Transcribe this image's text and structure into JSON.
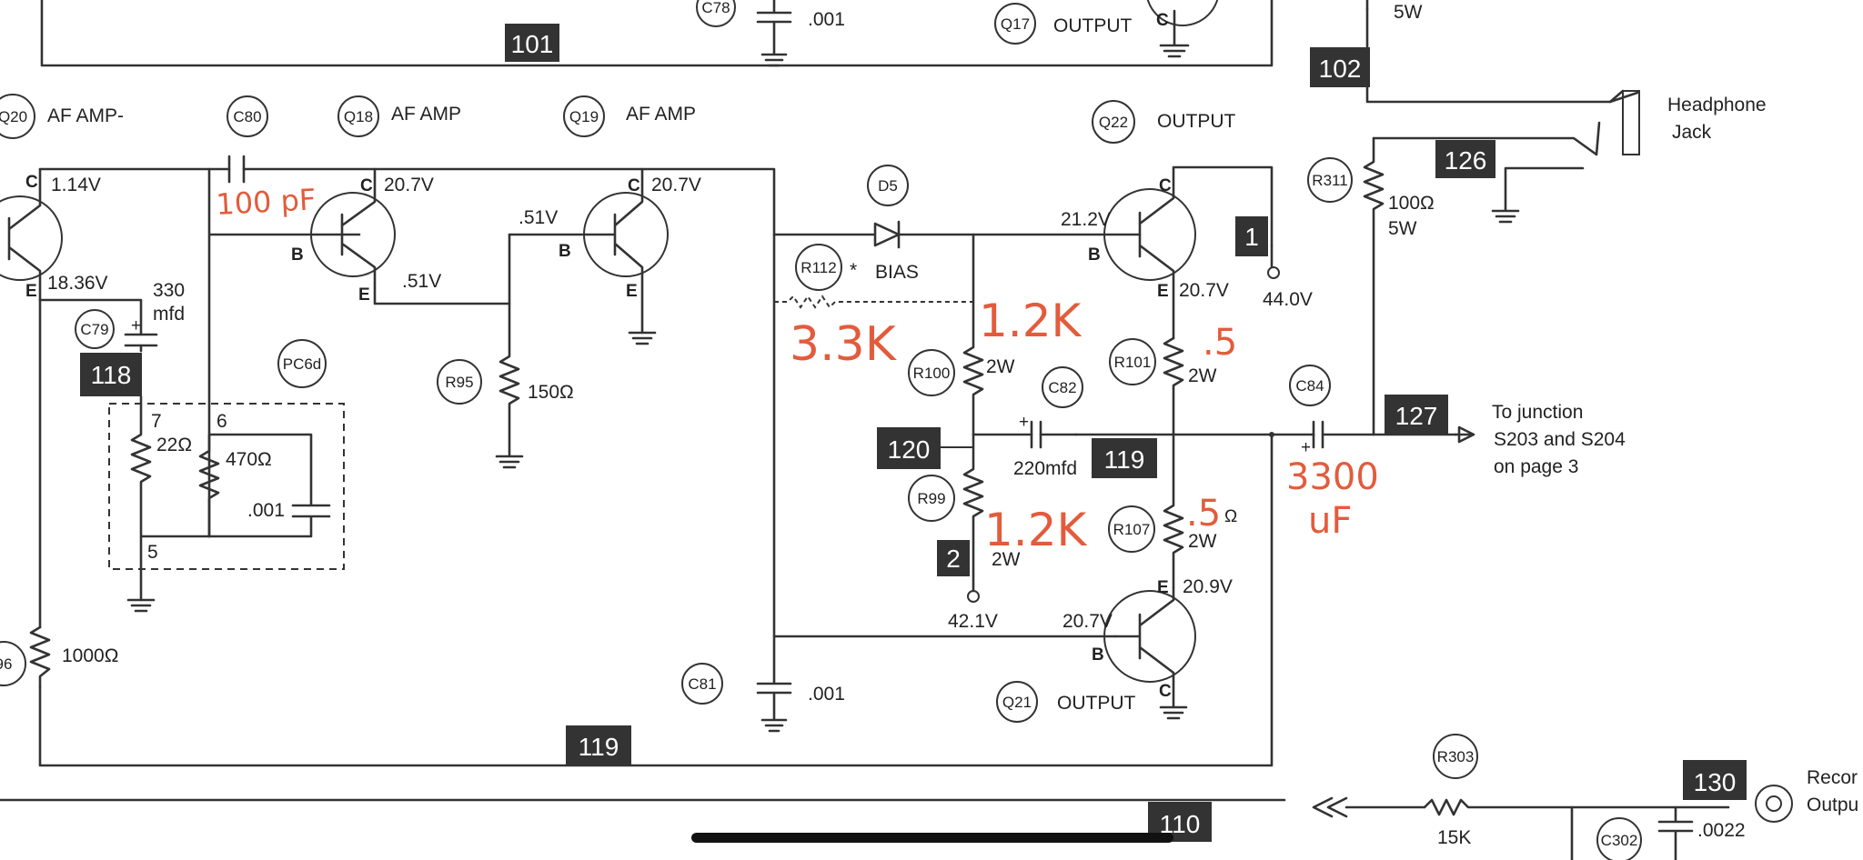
{
  "points": {
    "p101": "101",
    "p102": "102",
    "p126": "126",
    "p118": "118",
    "p120": "120",
    "p119a": "119",
    "p119b": "119",
    "p127": "127",
    "p1": "1",
    "p2": "2",
    "p130": "130",
    "p110": "110",
    "pin7": "7",
    "pin6": "6",
    "pin5": "5"
  },
  "refs": {
    "C78": "C78",
    "Q17": "Q17",
    "Q20": "Q20",
    "C80": "C80",
    "Q18": "Q18",
    "Q19": "Q19",
    "Q22": "Q22",
    "D5": "D5",
    "R112": "R112",
    "R311": "R311",
    "C79": "C79",
    "PC6d": "PC6d",
    "R95": "R95",
    "R100": "R100",
    "C82": "C82",
    "R101": "R101",
    "C84": "C84",
    "R99": "R99",
    "R107": "R107",
    "C81": "C81",
    "Q21": "Q21",
    "R96": "96",
    "R303": "R303",
    "C302": "C302"
  },
  "text": {
    "q17_func": "OUTPUT",
    "q20_func": "AF AMP-",
    "q18_func": "AF AMP",
    "q19_func": "AF AMP",
    "q22_func": "OUTPUT",
    "q21_func": "OUTPUT",
    "bias": "BIAS",
    "bias_star": "*",
    "headphone_1": "Headphone",
    "headphone_2": "Jack",
    "junction_1": "To junction",
    "junction_2": "S203 and S204",
    "junction_3": "on page 3",
    "recorder_1": "Recor",
    "recorder_2": "Outpu",
    "c78_val": ".001",
    "r_top_5w": "5W",
    "q20_c_v": "1.14V",
    "q20_e_v": "18.36V",
    "c79_val_1": "330",
    "c79_val_2": "mfd",
    "q18_c_v": "20.7V",
    "q18_e_v": ".51V",
    "q19_b_v": ".51V",
    "q19_c_v": "20.7V",
    "q22_b_v": "21.2V",
    "q22_e_v": "20.7V",
    "p1_v": "44.0V",
    "r311_val": "100Ω",
    "r311_w": "5W",
    "r95_val": "150Ω",
    "r22_val": "22Ω",
    "r470_val": "470Ω",
    "cpc_val": ".001",
    "r100_w": "2W",
    "r101_w": "2W",
    "c82_val": "220mfd",
    "r99_w": "2W",
    "r107_w": "2W",
    "r107_unit": "Ω",
    "q21_e_v": "20.9V",
    "q21_b_v": "20.7V",
    "p2_v": "42.1V",
    "c81_val": ".001",
    "r96_val": "1000Ω",
    "r303_val": "15K",
    "c302_val": ".0022",
    "lbl_c": "C",
    "lbl_b": "B",
    "lbl_e": "E"
  },
  "handwritten": {
    "c80": "100 pF",
    "r112": "3.3K",
    "r100": "1.2K",
    "r101": ".5",
    "r99": "1.2K",
    "r107": ".5",
    "c84_1": "3300",
    "c84_2": "uF"
  },
  "colors": {
    "ink": "#333333",
    "handwriting": "#e25c3c",
    "terminal_box": "#333333",
    "paper": "#ffffff"
  }
}
